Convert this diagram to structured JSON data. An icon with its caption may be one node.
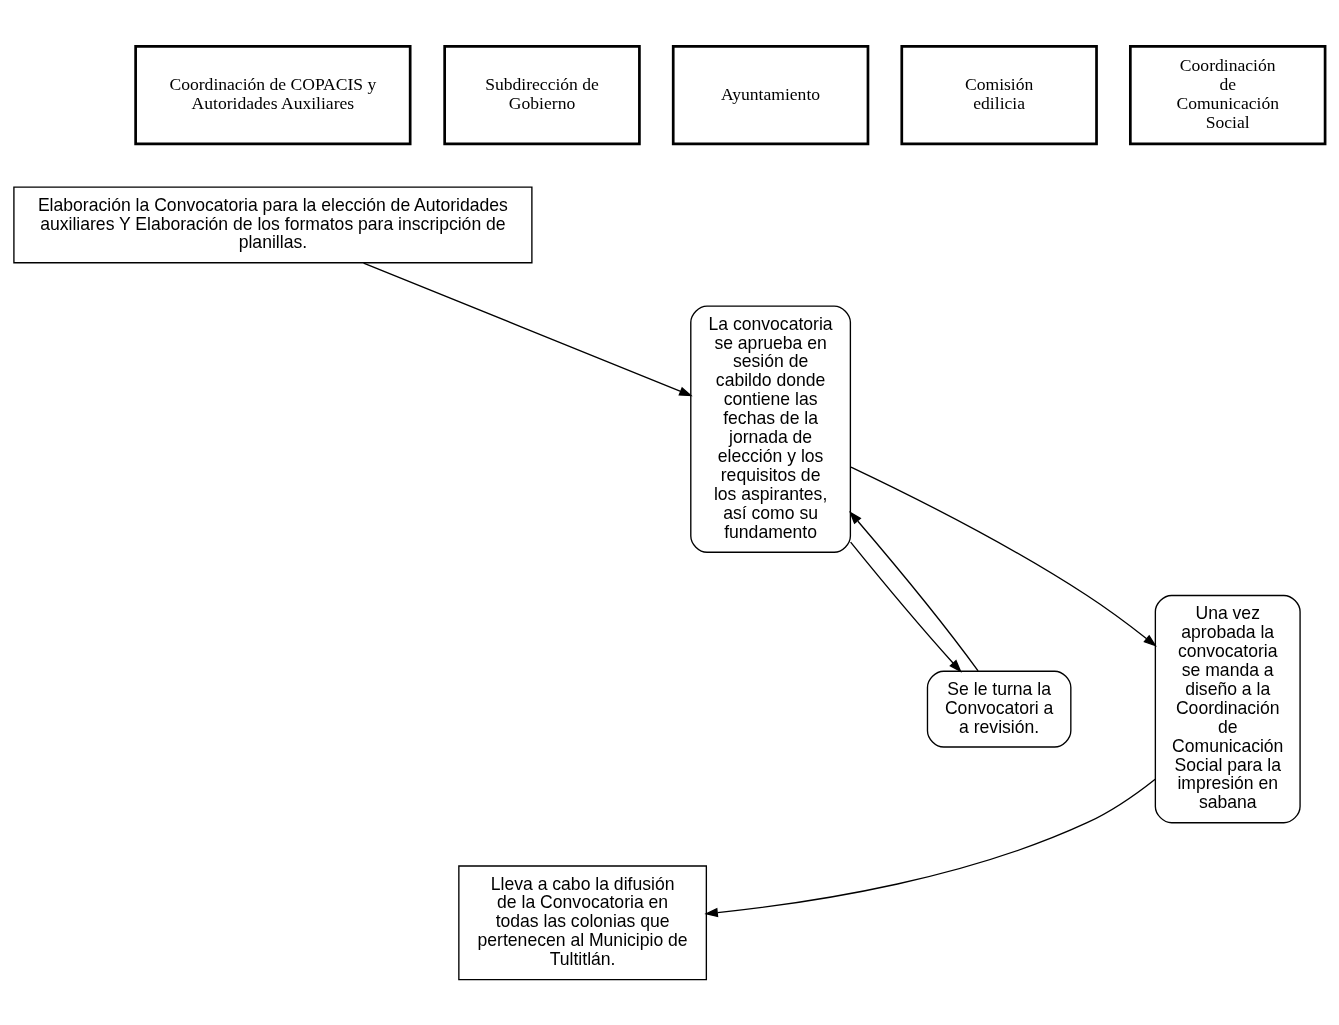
{
  "diagram": {
    "nodes": [
      {
        "text": [
          "Coordinación de COPACIS y Autoridades Auxiliares"
        ]
      },
      {
        "text": [
          "Subdirección de Gobierno"
        ]
      },
      {
        "text": [
          "Ayuntamiento"
        ]
      },
      {
        "text": [
          "Comisión edilicia"
        ]
      },
      {
        "text": [
          "Coordinación de Comunicación Social"
        ]
      },
      {
        "text": [
          "Elaboración la Convocatoria para la elección de Autoridades auxiliares Y Elaboración de los formatos para inscripción de planillas."
        ]
      },
      {
        "text": [
          "La convocatoria se aprueba en sesión de cabildo donde contiene las fechas de la jornada de elección y los requisitos de los aspirantes, así como su fundamento"
        ]
      },
      {
        "text": [
          "Se le turna la Convocatori a a revisión."
        ]
      },
      {
        "text": [
          "Una vez aprobada la convocatoria se manda a diseño a la Coordinación de Comunicación Social para la impresión en sabana"
        ]
      },
      {
        "text": [
          "Lleva a cabo la difusión de la Convocatoria en todas las colonias que pertenecen al Municipio de Tultitlán."
        ]
      }
    ],
    "edges": [
      {
        "from": 5,
        "to": 6,
        "arrow": "to"
      },
      {
        "from": 6,
        "to": 7,
        "arrow": "to"
      },
      {
        "from": 7,
        "to": 6,
        "arrow": "to"
      },
      {
        "from": 6,
        "to": 8,
        "arrow": "to"
      },
      {
        "from": 8,
        "to": 9,
        "arrow": "to"
      }
    ]
  }
}
